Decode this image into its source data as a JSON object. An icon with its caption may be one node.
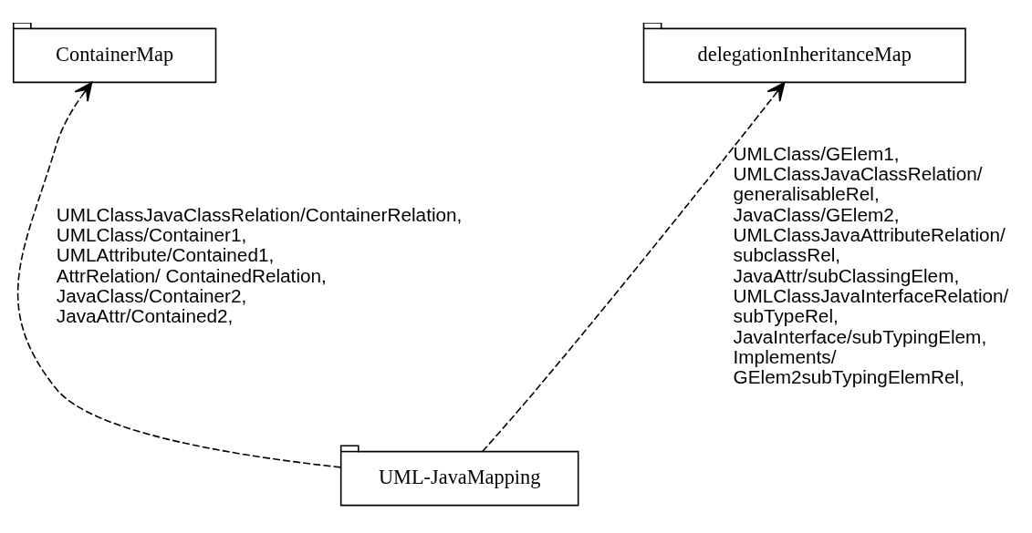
{
  "diagram": {
    "nodes": [
      {
        "text": [
          "ContainerMap"
        ]
      },
      {
        "text": [
          "delegationInheritanceMap"
        ]
      },
      {
        "text": [
          "UML-JavaMapping"
        ]
      }
    ],
    "edges": [
      {
        "from": 2,
        "to": 0,
        "arrow": "to",
        "style": "dashed",
        "label": "UMLClassJavaClassRelation/ContainerRelation, UMLClass/Container1, UMLAttribute/Contained1, AttrRelation/ ContainedRelation, JavaClass/Container2, JavaAttr/Contained2,"
      },
      {
        "from": 2,
        "to": 1,
        "arrow": "to",
        "style": "dashed",
        "label": "UMLClass/GElem1, UMLClassJavaClassRelation/ generalisableRel, JavaClass/GElem2, UMLClassJavaAttributeRelation/ subclassRel, JavaAttr/subClassingElem, UMLClassJavaInterfaceRelation/ subTypeRel, JavaInterface/subTypingElem, Implements/ GElem2subTypingElemRel,"
      }
    ]
  }
}
